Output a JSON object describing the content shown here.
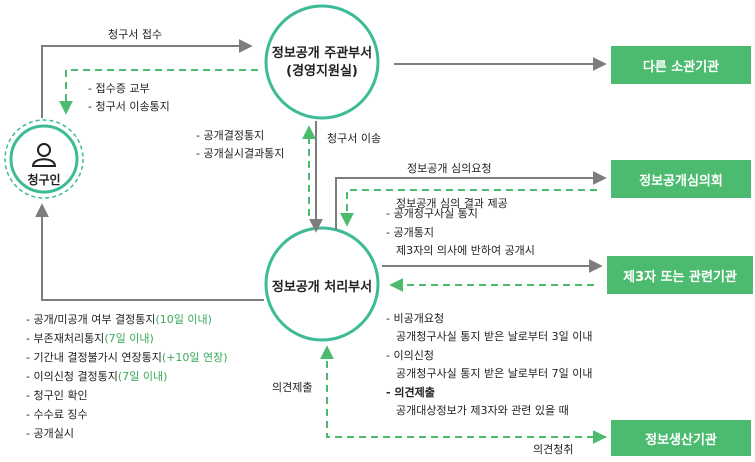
{
  "nodes": {
    "main_dept": {
      "line1": "정보공개 주관부서",
      "line2": "(경영지원실)"
    },
    "requester": {
      "label": "청구인"
    },
    "process_dept": {
      "label": "정보공개 처리부서"
    },
    "other_dept": {
      "label": "다른 소관기관"
    },
    "committee": {
      "label": "정보공개심의회"
    },
    "third_party": {
      "label": "제3자 또는 관련기관"
    },
    "producer": {
      "label": "정보생산기관"
    }
  },
  "edge_labels": {
    "request_receipt": "청구서 접수",
    "receipt_issue": "- 접수증 교부",
    "transfer_notice": "- 청구서 이송통지",
    "decision_notice": "- 공개결정통지",
    "result_notice": "- 공개실시결과통지",
    "transfer": "청구서 이송",
    "review_request": "정보공개 심의요청",
    "review_result": "정보공개 심의 결과 제공",
    "opinion_submit": "의견제출",
    "opinion_hear": "의견청취"
  },
  "third_party_list": [
    {
      "text": "- 공개청구사실 통지",
      "bold": false
    },
    {
      "text": "- 공개통지",
      "bold": false
    },
    {
      "text": "제3자의 의사에 반하여 공개시",
      "bold": false
    },
    {
      "text": "- 비공개요청",
      "bold": false
    },
    {
      "text": "공개청구사실 통지 받은 날로부터 3일 이내",
      "bold": false
    },
    {
      "text": "- 이의신청",
      "bold": false
    },
    {
      "text": "공개청구사실 통지 받은 날로부터 7일 이내",
      "bold": false
    },
    {
      "text": "- 의견제출",
      "bold": true
    },
    {
      "text": "공개대상정보가 제3자와 관련 있을 때",
      "bold": false
    }
  ],
  "process_list": [
    {
      "text": "- 공개/미공개 여부 결정통지",
      "note": "(10일 이내)"
    },
    {
      "text": "- 부존재처리통지",
      "note": "(7일 이내)"
    },
    {
      "text": "- 기간내 결정불가시 연장통지",
      "note": "(+10일 연장)"
    },
    {
      "text": "- 이의신청 결정통지",
      "note": "(7일 이내)"
    },
    {
      "text": "- 청구인 확인",
      "note": ""
    },
    {
      "text": "- 수수료 징수",
      "note": ""
    },
    {
      "text": "- 공개실시",
      "note": ""
    }
  ],
  "colors": {
    "green": "#4dbb6f",
    "green_text": "#3aa85a",
    "teal": "#3dbb97",
    "gray": "#7d7d7d"
  }
}
